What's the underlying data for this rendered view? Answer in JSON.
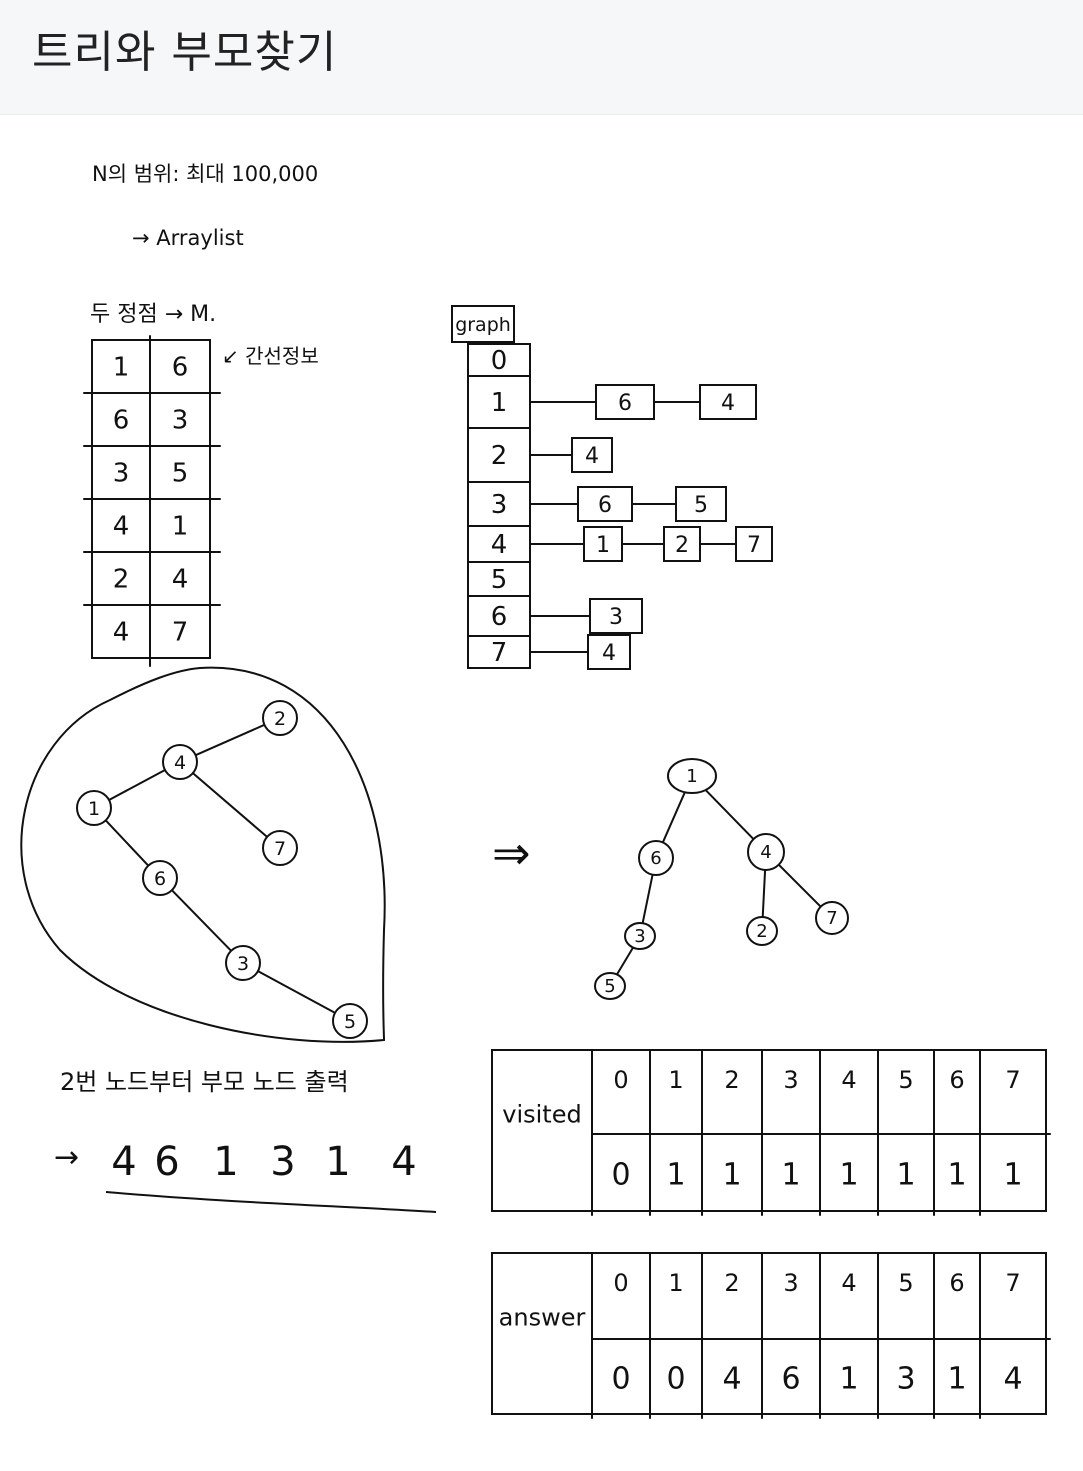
{
  "title": "트리와 부모찾기",
  "notes": {
    "n_range": "N의 범위: 최대 100,000",
    "arraylist": "→ Arraylist",
    "two_vertices": "두 정점 → M.",
    "edge_info": "↙ 간선정보",
    "graph_label": "graph",
    "instruction": "2번 노드부터 부모 노드 출력",
    "result_arrow": "→",
    "arrow_big": "⇒"
  },
  "edges": [
    [
      "1",
      "6"
    ],
    [
      "6",
      "3"
    ],
    [
      "3",
      "5"
    ],
    [
      "4",
      "1"
    ],
    [
      "2",
      "4"
    ],
    [
      "4",
      "7"
    ]
  ],
  "adjacency": [
    {
      "index": "0",
      "neighbors": []
    },
    {
      "index": "1",
      "neighbors": [
        "6",
        "4"
      ]
    },
    {
      "index": "2",
      "neighbors": [
        "4"
      ]
    },
    {
      "index": "3",
      "neighbors": [
        "6",
        "5"
      ]
    },
    {
      "index": "4",
      "neighbors": [
        "1",
        "2",
        "7"
      ]
    },
    {
      "index": "5",
      "neighbors": []
    },
    {
      "index": "6",
      "neighbors": [
        "3"
      ]
    },
    {
      "index": "7",
      "neighbors": [
        "4"
      ]
    }
  ],
  "graph_nodes": [
    "1",
    "2",
    "3",
    "4",
    "5",
    "6",
    "7"
  ],
  "result": [
    "4",
    "6",
    "1",
    "3",
    "1",
    "4"
  ],
  "visited": {
    "label": "visited",
    "headers": [
      "0",
      "1",
      "2",
      "3",
      "4",
      "5",
      "6",
      "7"
    ],
    "values": [
      "0",
      "1",
      "1",
      "1",
      "1",
      "1",
      "1",
      "1"
    ]
  },
  "answer": {
    "label": "answer",
    "headers": [
      "0",
      "1",
      "2",
      "3",
      "4",
      "5",
      "6",
      "7"
    ],
    "values": [
      "0",
      "0",
      "4",
      "6",
      "1",
      "3",
      "1",
      "4"
    ]
  },
  "colors": {
    "ink": "#111111",
    "highlight": "#e8332a",
    "header_bg": "#f6f7f8"
  }
}
